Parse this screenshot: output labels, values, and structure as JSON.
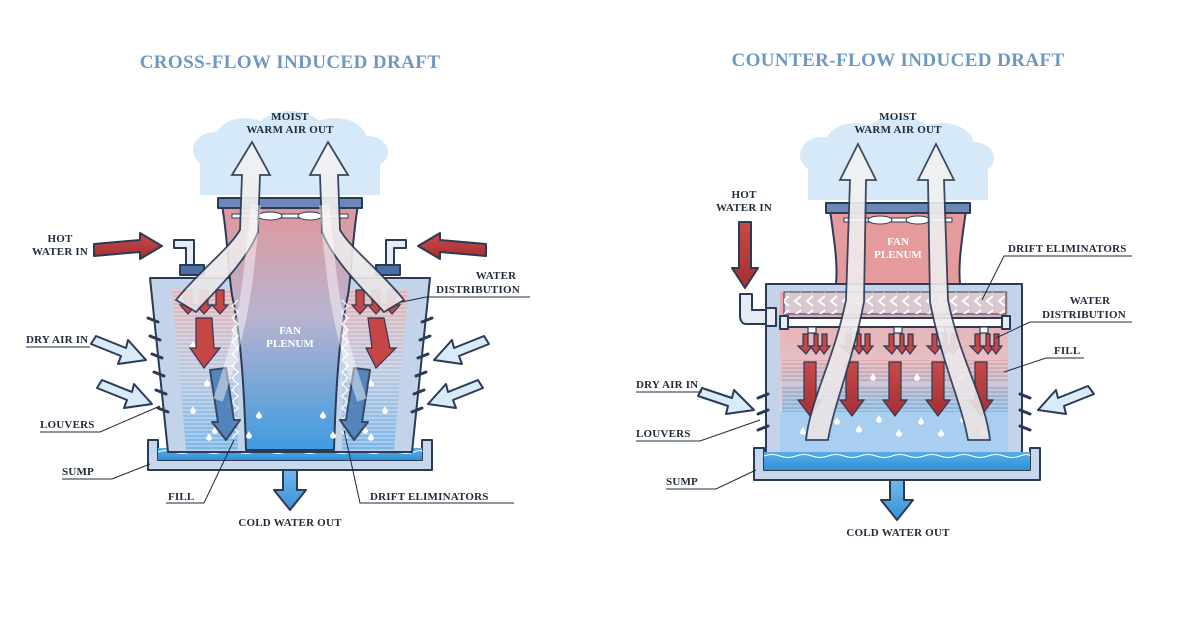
{
  "left": {
    "title": "CROSS-FLOW INDUCED DRAFT",
    "labels": {
      "moist_1": "MOIST",
      "moist_2": "WARM AIR OUT",
      "hot_1": "HOT",
      "hot_2": "WATER IN",
      "water_dist_1": "WATER",
      "water_dist_2": "DISTRIBUTION",
      "dry_air": "DRY AIR IN",
      "louvers": "LOUVERS",
      "sump": "SUMP",
      "fill": "FILL",
      "drift": "DRIFT ELIMINATORS",
      "cold": "COLD WATER OUT",
      "fan_1": "FAN",
      "fan_2": "PLENUM"
    }
  },
  "right": {
    "title": "COUNTER-FLOW INDUCED DRAFT",
    "labels": {
      "moist_1": "MOIST",
      "moist_2": "WARM AIR OUT",
      "hot_1": "HOT",
      "hot_2": "WATER IN",
      "drift": "DRIFT ELIMINATORS",
      "water_dist_1": "WATER",
      "water_dist_2": "DISTRIBUTION",
      "fill": "FILL",
      "dry_air": "DRY AIR IN",
      "louvers": "LOUVERS",
      "sump": "SUMP",
      "cold": "COLD WATER OUT",
      "fan_1": "FAN",
      "fan_2": "PLENUM"
    }
  },
  "colors": {
    "title": "#6f97c4",
    "hot": "#b33a3a",
    "cold": "#3d9bde",
    "air": "#c8e2f5",
    "outline": "#2b3a55"
  }
}
